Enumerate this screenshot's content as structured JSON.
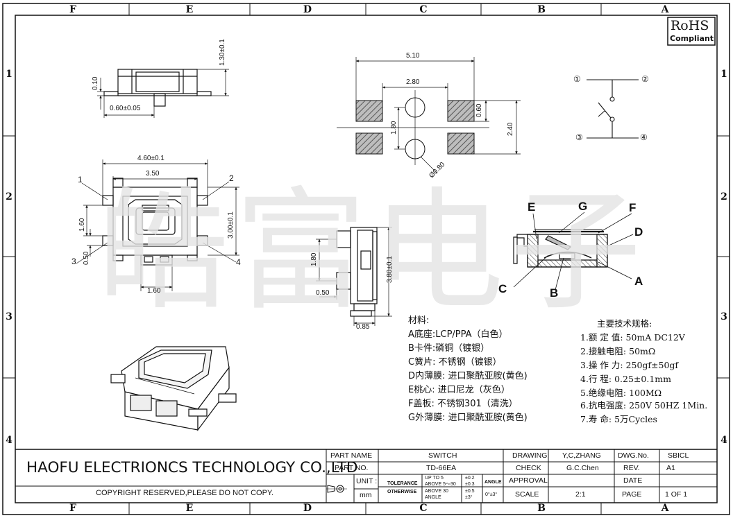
{
  "zones": {
    "columns": [
      "F",
      "E",
      "D",
      "C",
      "B",
      "A"
    ],
    "rows": [
      "1",
      "2",
      "3",
      "4"
    ]
  },
  "rohs": {
    "main": "RoHS",
    "sub": "Compliant"
  },
  "watermark": "皓富电子",
  "dimensions": {
    "side_height": "1.30±0.1",
    "side_thickness": "0.10",
    "side_width": "0.60±0.05",
    "top_outer_width": "4.60±0.1",
    "top_inner_width": "3.50",
    "top_left_height": "1.60",
    "top_pin_height": "0.50",
    "top_body_height": "3.00±0.1",
    "top_bottom_width": "1.60",
    "front_pad_span": "1.80",
    "front_height": "3.80±0.1",
    "front_pad_width": "0.50",
    "front_foot": "0.85",
    "pcb_total_width": "5.10",
    "pcb_hole_span": "2.80",
    "pcb_pad_height": "0.60",
    "pcb_total_height": "2.40",
    "pcb_hole_pitch": "1.80",
    "pcb_hole_dia": "Ø0.80"
  },
  "pins": {
    "top_labels": [
      "1",
      "2",
      "3",
      "4"
    ],
    "schematic_labels": [
      "①",
      "②",
      "③",
      "④"
    ]
  },
  "callouts": [
    "E",
    "G",
    "F",
    "D",
    "C",
    "B",
    "A"
  ],
  "materials": {
    "heading": "材料:",
    "items": [
      "A底座:LCP/PPA（白色）",
      "B卡件:磷铜（镀银）",
      "C簧片: 不锈钢（镀银）",
      "D内薄膜: 进口聚酰亚胺(黄色)",
      "E桃心: 进口尼龙（灰色）",
      "F盖板: 不锈钢301（清洗）",
      "G外薄膜: 进口聚酰亚胺(黄色)"
    ]
  },
  "specs": {
    "heading": "主要技术规格:",
    "items": [
      "1.额 定 值: 50mA DC12V",
      "2.接触电阻: 50mΩ",
      "3.操 作 力: 250gf±50gf",
      "4.行   程: 0.25±0.1mm",
      "5.绝缘电阻: 100MΩ",
      "6.抗电强度: 250V 50HZ 1Min.",
      "7.寿   命: 5万Cycles"
    ]
  },
  "title_block": {
    "company": "HAOFU ELECTRIONCS TECHNOLOGY CO.,LTD",
    "copyright": "COPYRIGHT RESERVED,PLEASE DO NOT COPY.",
    "part_name_label": "PART NAME",
    "part_name": "SWITCH",
    "part_no_label": "PART NO.",
    "part_no": "TD-66EA",
    "unit_label": "UNIT :",
    "unit": "mm",
    "tolerance_label": "TOLERANCE",
    "otherwise_label": "OTHERWISE",
    "tol_rows": [
      {
        "range": "UP TO 5",
        "value": "±0.2"
      },
      {
        "range": "ABOVE 5～30",
        "value": "±0.3"
      },
      {
        "range": "ABOVE 30",
        "value": "±0.5"
      },
      {
        "range": "ANGLE",
        "value": "±3°"
      }
    ],
    "angle_label": "ANGLE",
    "angle_value": "0°±3°",
    "drawing_label": "DRAWING",
    "drawing": "Y,C,ZHANG",
    "check_label": "CHECK",
    "check": "G.C.Chen",
    "approval_label": "APPROVAL",
    "scale_label": "SCALE",
    "scale": "2:1",
    "dwg_label": "DWG.No.",
    "dwg": "SBICL",
    "rev_label": "REV.",
    "rev": "A1",
    "date_label": "DATE",
    "date": "",
    "page_label": "PAGE",
    "page": "1 OF 1"
  }
}
